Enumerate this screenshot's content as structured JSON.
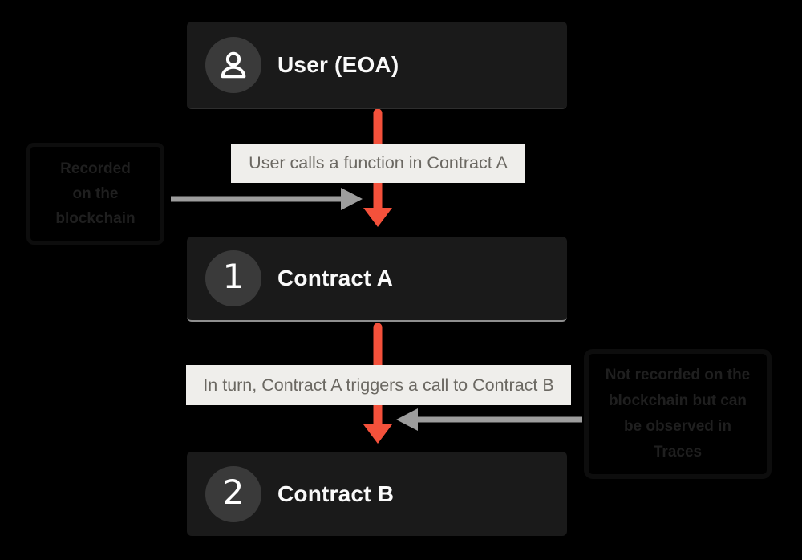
{
  "colors": {
    "background": "#000000",
    "node_bg": "#1a1a1a",
    "badge_bg": "#3a3a3a",
    "node_text": "#fafafa",
    "accent_orange": "#f4513b",
    "arrow_gray": "#9d9d9d",
    "edge_label_bg": "#efeeeb",
    "edge_label_text": "#6b6862",
    "annotation_border": "#0d0d0d",
    "annotation_text": "#1f1f1f",
    "contract_a_divider": "#8f8f8f"
  },
  "nodes": {
    "user": {
      "title": "User (EOA)",
      "badge_icon": "user-icon"
    },
    "contract_a": {
      "title": "Contract A",
      "badge_number": "1"
    },
    "contract_b": {
      "title": "Contract B",
      "badge_number": "2"
    }
  },
  "edge_labels": {
    "user_to_a": "User calls a function in Contract A",
    "a_to_b": "In turn, Contract A triggers a call to Contract B"
  },
  "annotations": {
    "left": {
      "lines": [
        "Recorded",
        "on the",
        "blockchain"
      ]
    },
    "right": {
      "lines": [
        "Not recorded on the",
        "blockchain but can",
        "be observed in",
        "Traces"
      ]
    }
  }
}
